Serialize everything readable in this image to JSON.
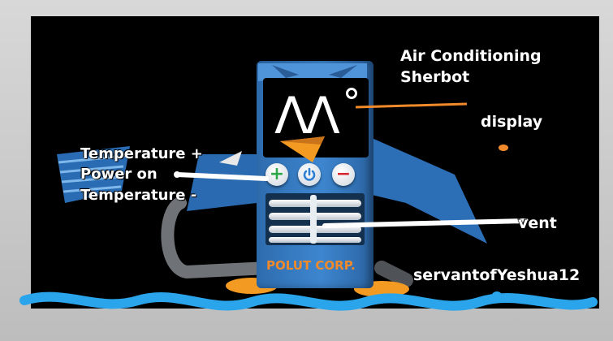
{
  "title_line1": "Air Conditioning",
  "title_line2": "Sherbot",
  "labels": {
    "display": "display",
    "temp_plus": "Temperature +",
    "power": "Power on",
    "temp_minus": "Temperature -",
    "vent": "vent",
    "credit": "servantofYeshua12"
  },
  "robot": {
    "display_value": "ΛΛ",
    "brand": "POLUT CORP.",
    "buttons": {
      "plus": "+",
      "minus": "−"
    }
  },
  "colors": {
    "body_blue": "#3d86cf",
    "accent_orange": "#f08a2a",
    "water_blue": "#2aa4ea",
    "plus_green": "#2fa84a",
    "minus_red": "#d7262e",
    "power_blue": "#2f7fd4"
  },
  "icons": [
    "power-icon",
    "plus-icon",
    "minus-icon"
  ]
}
